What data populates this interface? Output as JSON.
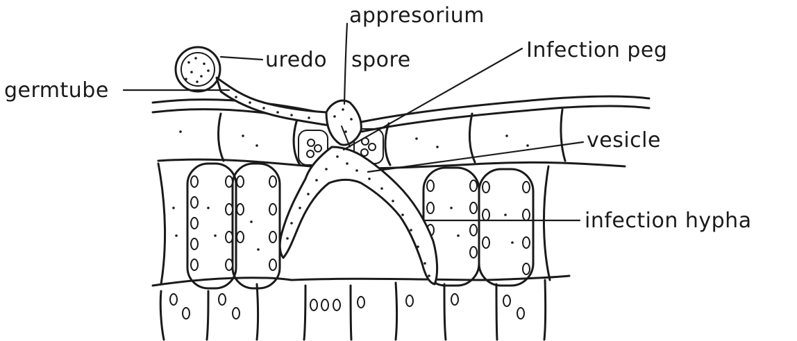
{
  "labels": {
    "appresorium": "appresorium",
    "infection_peg": "Infection peg",
    "uredo": "uredo",
    "spore": "spore",
    "germtube": "germtube",
    "vesicle": "vesicle",
    "infection_hypha": "infection hypha"
  }
}
